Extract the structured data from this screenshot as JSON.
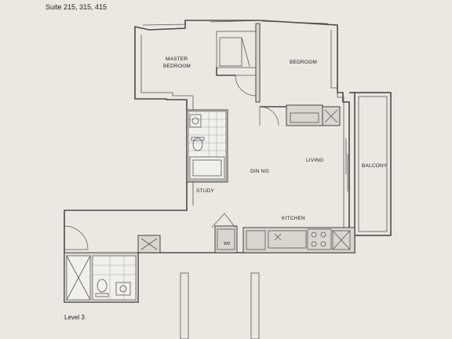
{
  "header": {
    "suite_label": "Suite  215, 315, 415"
  },
  "rooms": {
    "master_bedroom_line1": "MASTER",
    "master_bedroom_line2": "BEDROOM",
    "bedroom": "BEDROOM",
    "living": "LIVING",
    "dining": "DIN NG",
    "balcony": "BALCONY",
    "study": "STUDY",
    "kitchen": "KITCHEN",
    "washer_dryer": "WD"
  },
  "footer": {
    "level_label": "Level 3"
  }
}
